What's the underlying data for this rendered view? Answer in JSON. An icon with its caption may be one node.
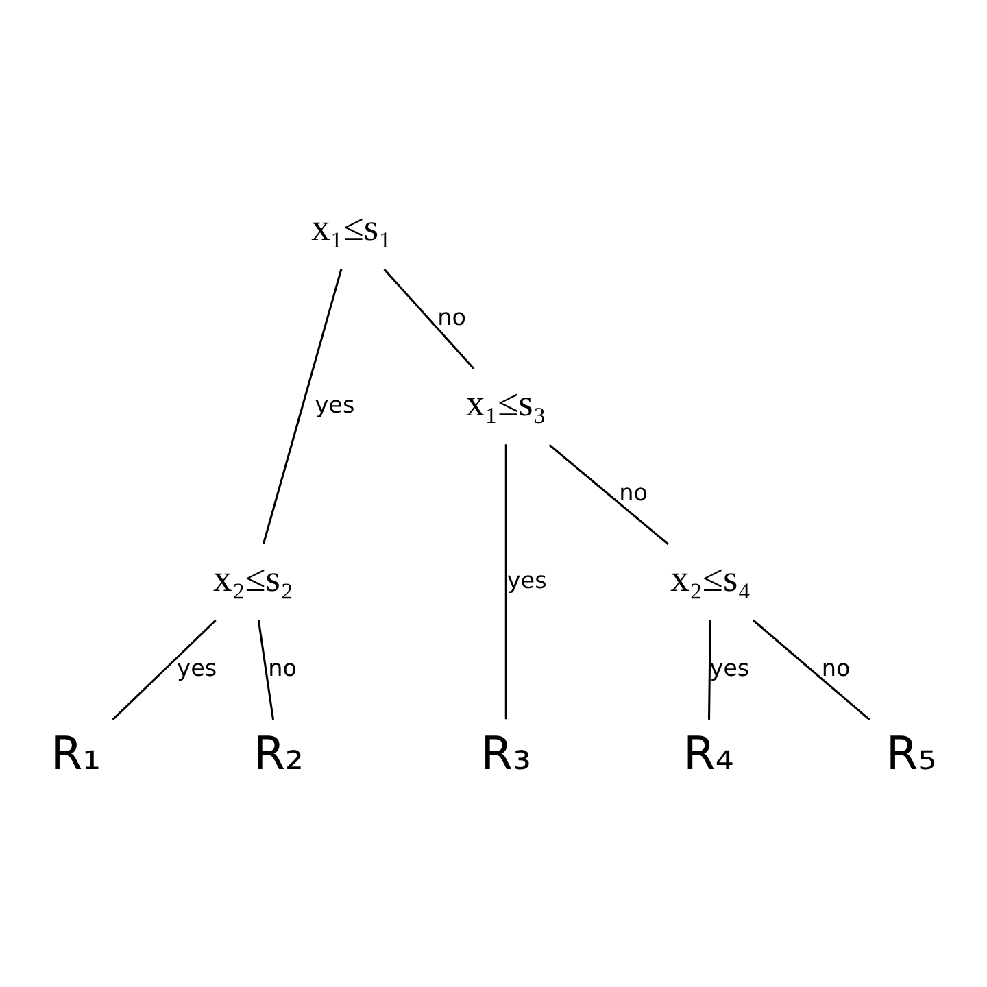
{
  "diagram": {
    "nodes": [
      {
        "text": [
          "x₁≤s₁"
        ]
      },
      {
        "text": [
          "x₂≤s₂"
        ]
      },
      {
        "text": [
          "x₁≤s₃"
        ]
      },
      {
        "text": [
          "R₁"
        ]
      },
      {
        "text": [
          "R₂"
        ]
      },
      {
        "text": [
          "R₃"
        ]
      },
      {
        "text": [
          "x₂≤s₄"
        ]
      },
      {
        "text": [
          "R₄"
        ]
      },
      {
        "text": [
          "R₅"
        ]
      }
    ],
    "edges": [
      {
        "from": 0,
        "to": 1,
        "arrow": "none",
        "label": "yes"
      },
      {
        "from": 0,
        "to": 2,
        "arrow": "none",
        "label": "no"
      },
      {
        "from": 1,
        "to": 3,
        "arrow": "none",
        "label": "yes"
      },
      {
        "from": 1,
        "to": 4,
        "arrow": "none",
        "label": "no"
      },
      {
        "from": 2,
        "to": 5,
        "arrow": "none",
        "label": "yes"
      },
      {
        "from": 2,
        "to": 6,
        "arrow": "none",
        "label": "no"
      },
      {
        "from": 6,
        "to": 7,
        "arrow": "none",
        "label": "yes"
      },
      {
        "from": 6,
        "to": 8,
        "arrow": "none",
        "label": "no"
      }
    ]
  }
}
